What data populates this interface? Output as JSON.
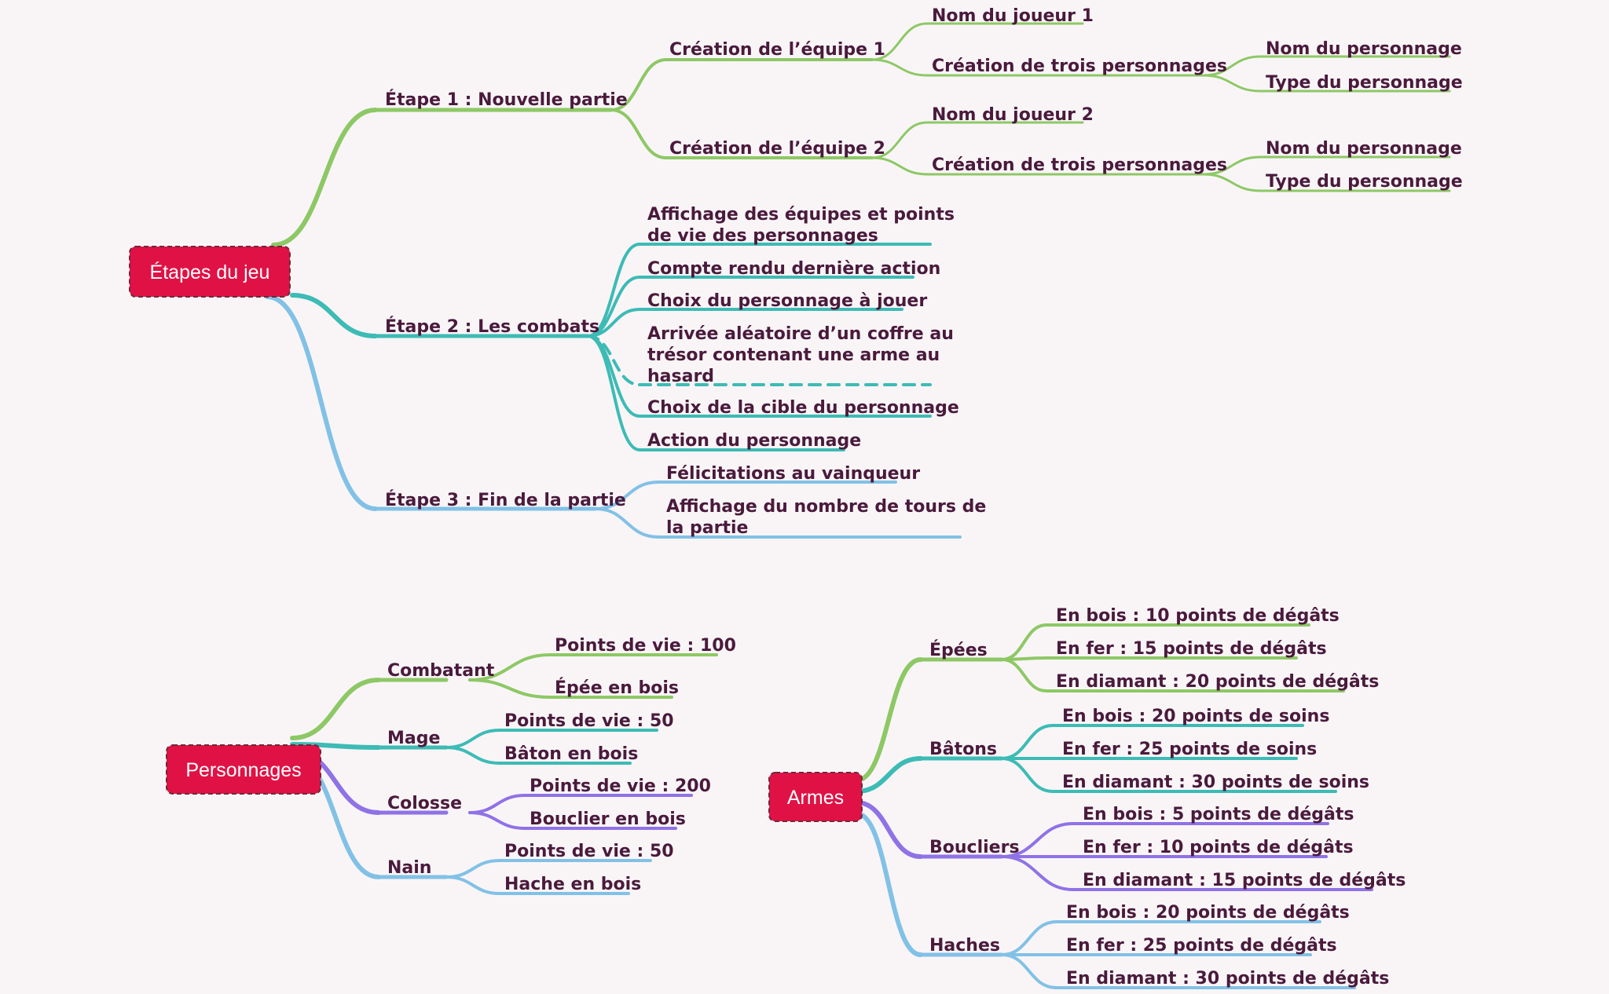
{
  "colors": {
    "background": "#f9f5f7",
    "root_fill": "#e01245",
    "root_border": "#6b2a3a",
    "text": "#4a1a3c",
    "green": "#8dc865",
    "teal": "#3dbbb5",
    "sky": "#82c1e6",
    "purple": "#8f72e6"
  },
  "maps": [
    {
      "root": "Étapes du jeu",
      "branches": [
        {
          "label": "Étape 1 : Nouvelle partie",
          "color": "green",
          "children": [
            {
              "label": "Création de l’équipe 1",
              "children": [
                {
                  "label": "Nom du joueur 1"
                },
                {
                  "label": "Création de trois personnages",
                  "children": [
                    {
                      "label": "Nom du personnage"
                    },
                    {
                      "label": "Type du personnage"
                    }
                  ]
                }
              ]
            },
            {
              "label": "Création de l’équipe 2",
              "children": [
                {
                  "label": "Nom du joueur 2"
                },
                {
                  "label": "Création de trois personnages",
                  "children": [
                    {
                      "label": "Nom du personnage"
                    },
                    {
                      "label": "Type du personnage"
                    }
                  ]
                }
              ]
            }
          ]
        },
        {
          "label": "Étape 2 : Les combats",
          "color": "teal",
          "children": [
            {
              "label": "Affichage des équipes et points de vie des personnages"
            },
            {
              "label": "Compte rendu dernière action"
            },
            {
              "label": "Choix du personnage à jouer"
            },
            {
              "label": "Arrivée aléatoire d’un coffre au trésor contenant une arme au hasard",
              "dashed": true
            },
            {
              "label": "Choix de la cible du personnage"
            },
            {
              "label": "Action du personnage"
            }
          ]
        },
        {
          "label": "Étape 3 : Fin de la partie",
          "color": "sky",
          "children": [
            {
              "label": "Félicitations au vainqueur"
            },
            {
              "label": "Affichage du nombre de tours de la partie"
            }
          ]
        }
      ]
    },
    {
      "root": "Personnages",
      "branches": [
        {
          "label": "Combatant",
          "color": "green",
          "children": [
            {
              "label": "Points de vie : 100"
            },
            {
              "label": "Épée en bois"
            }
          ]
        },
        {
          "label": "Mage",
          "color": "teal",
          "children": [
            {
              "label": "Points de vie : 50"
            },
            {
              "label": "Bâton en bois"
            }
          ]
        },
        {
          "label": "Colosse",
          "color": "purple",
          "children": [
            {
              "label": "Points de vie : 200"
            },
            {
              "label": "Bouclier en bois"
            }
          ]
        },
        {
          "label": "Nain",
          "color": "sky",
          "children": [
            {
              "label": "Points de vie : 50"
            },
            {
              "label": "Hache en bois"
            }
          ]
        }
      ]
    },
    {
      "root": "Armes",
      "branches": [
        {
          "label": "Épées",
          "color": "green",
          "children": [
            {
              "label": "En bois : 10 points de dégâts"
            },
            {
              "label": "En fer : 15 points de dégâts"
            },
            {
              "label": "En diamant : 20 points de dégâts"
            }
          ]
        },
        {
          "label": "Bâtons",
          "color": "teal",
          "children": [
            {
              "label": "En bois : 20 points de soins"
            },
            {
              "label": "En fer  : 25 points de soins"
            },
            {
              "label": "En diamant : 30 points de soins"
            }
          ]
        },
        {
          "label": "Boucliers",
          "color": "purple",
          "children": [
            {
              "label": "En bois : 5 points de dégâts"
            },
            {
              "label": "En fer : 10 points de dégâts"
            },
            {
              "label": "En diamant : 15 points de dégâts"
            }
          ]
        },
        {
          "label": "Haches",
          "color": "sky",
          "children": [
            {
              "label": "En bois : 20 points de dégâts"
            },
            {
              "label": "En fer : 25 points de dégâts"
            },
            {
              "label": "En diamant : 30 points de dégâts"
            }
          ]
        }
      ]
    }
  ]
}
